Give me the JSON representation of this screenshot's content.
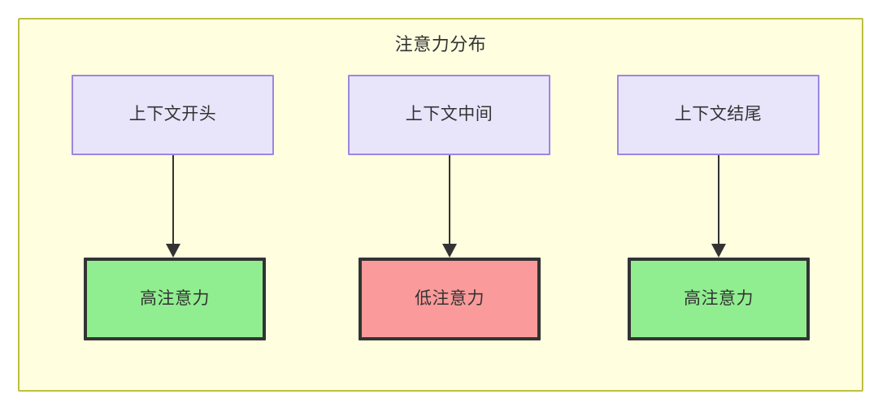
{
  "diagram": {
    "title": "注意力分布",
    "container": {
      "fill_color": "#ffffe0",
      "border_color": "#bfbf3f"
    },
    "context_nodes": [
      {
        "label": "上下文开头",
        "fill_color": "#e8e5fb",
        "border_color": "#9f86e0"
      },
      {
        "label": "上下文中间",
        "fill_color": "#e8e5fb",
        "border_color": "#9f86e0"
      },
      {
        "label": "上下文结尾",
        "fill_color": "#e8e5fb",
        "border_color": "#9f86e0"
      }
    ],
    "attention_nodes": [
      {
        "label": "高注意力",
        "fill_color": "#90ee90",
        "border_color": "#333333"
      },
      {
        "label": "低注意力",
        "fill_color": "#fa9a9a",
        "border_color": "#333333"
      },
      {
        "label": "高注意力",
        "fill_color": "#90ee90",
        "border_color": "#333333"
      }
    ],
    "edges": [
      {
        "from": "上下文开头",
        "to": "高注意力",
        "arrow": "arrow-down-icon"
      },
      {
        "from": "上下文中间",
        "to": "低注意力",
        "arrow": "arrow-down-icon"
      },
      {
        "from": "上下文结尾",
        "to": "高注意力",
        "arrow": "arrow-down-icon"
      }
    ]
  }
}
